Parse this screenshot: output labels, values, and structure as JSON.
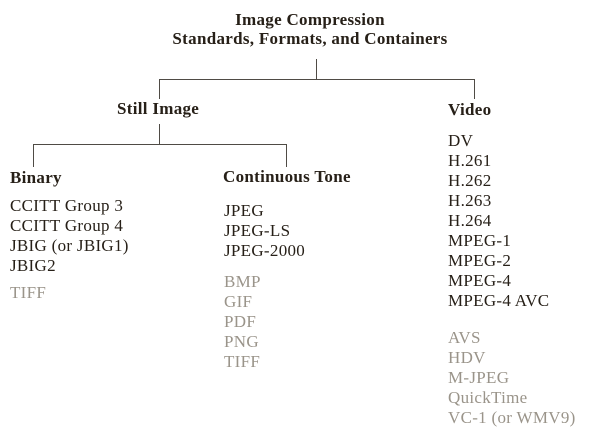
{
  "title": {
    "line1": "Image Compression",
    "line2": "Standards, Formats, and Containers"
  },
  "colors": {
    "text": "#272018",
    "muted_text": "#9a948a",
    "line": "#4f4b45",
    "background": "#ffffff"
  },
  "branches": {
    "still_image": {
      "label": "Still Image"
    },
    "binary": {
      "label": "Binary",
      "items": [
        "CCITT Group 3",
        "CCITT Group 4",
        "JBIG (or JBIG1)",
        "JBIG2"
      ],
      "muted_items": [
        "TIFF"
      ]
    },
    "continuous_tone": {
      "label": "Continuous Tone",
      "items": [
        "JPEG",
        "JPEG-LS",
        "JPEG-2000"
      ],
      "muted_items": [
        "BMP",
        "GIF",
        "PDF",
        "PNG",
        "TIFF"
      ]
    },
    "video": {
      "label": "Video",
      "items": [
        "DV",
        "H.261",
        "H.262",
        "H.263",
        "H.264",
        "MPEG-1",
        "MPEG-2",
        "MPEG-4",
        "MPEG-4 AVC"
      ],
      "muted_items": [
        "AVS",
        "HDV",
        "M-JPEG",
        "QuickTime",
        "VC-1 (or WMV9)"
      ]
    }
  }
}
